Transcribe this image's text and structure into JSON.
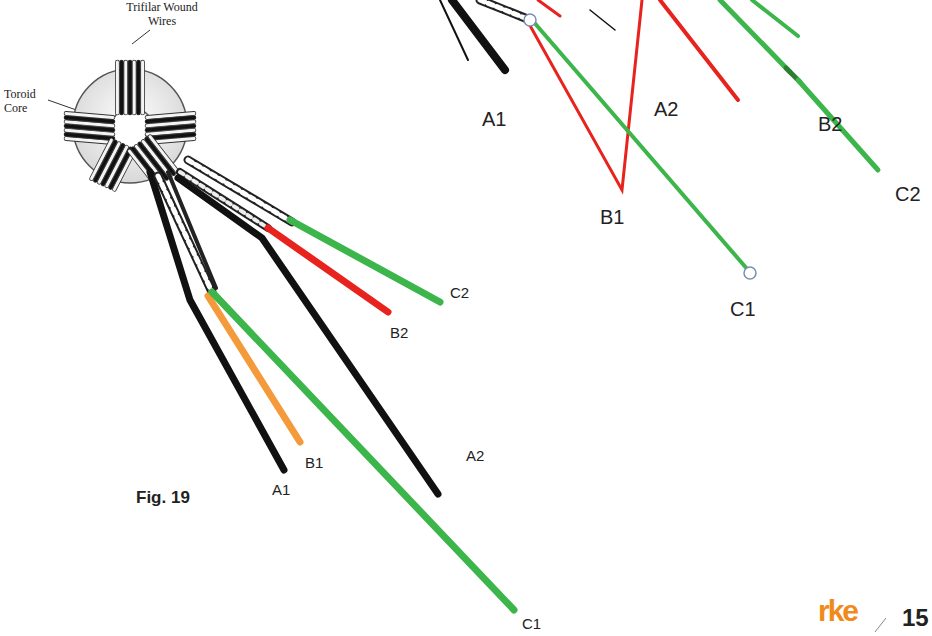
{
  "diagram": {
    "labels": [
      "Trifilar Wound Wires",
      "Toroid Core",
      "A2",
      "B2",
      "C2",
      "A1",
      "B1",
      "C1",
      "C2",
      "B2",
      "B1",
      "A2",
      "Fig. 19",
      "A1",
      "C1",
      "rke",
      "15"
    ]
  }
}
